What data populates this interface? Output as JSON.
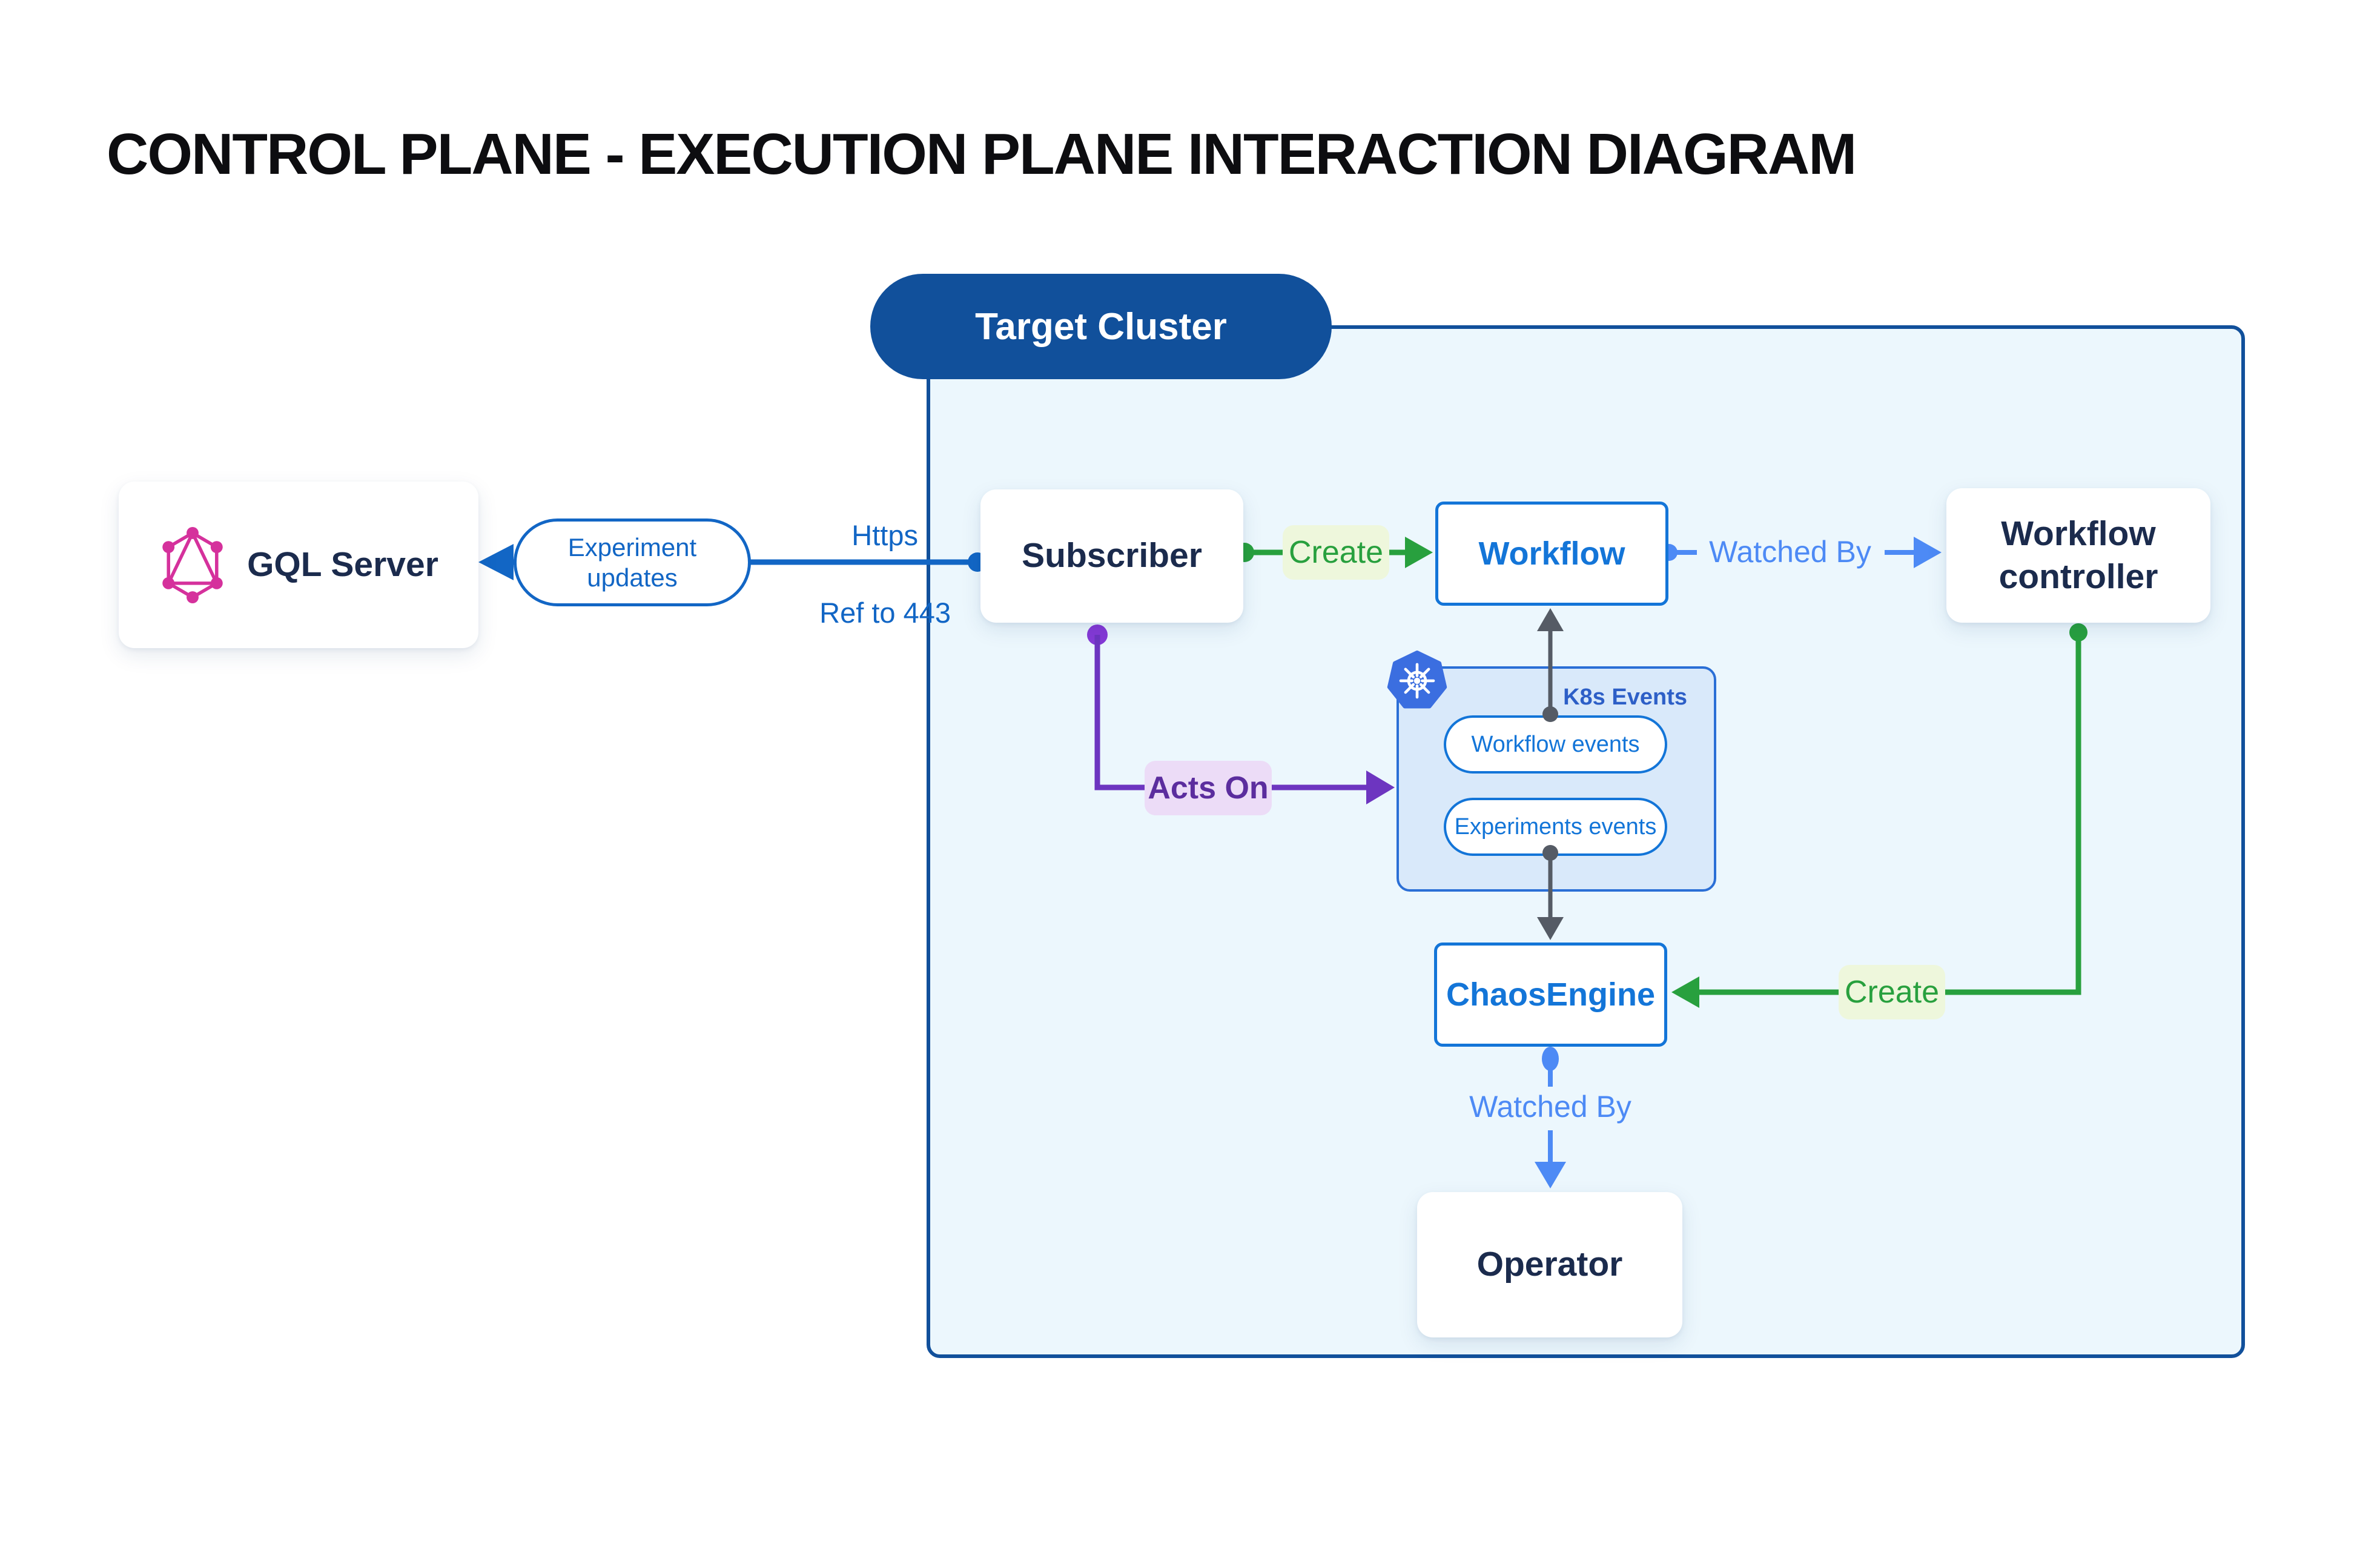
{
  "title": "CONTROL PLANE - EXECUTION PLANE INTERACTION DIAGRAM",
  "cluster": {
    "label": "Target Cluster"
  },
  "nodes": {
    "gql": {
      "label": "GQL Server",
      "icon": "graphql-logo"
    },
    "subscriber": {
      "label": "Subscriber"
    },
    "workflow": {
      "label": "Workflow"
    },
    "controller": {
      "label": "Workflow controller"
    },
    "k8s": {
      "label": "K8s Events",
      "icon": "kubernetes-logo",
      "pills": [
        {
          "label": "Workflow events"
        },
        {
          "label": "Experiments events"
        }
      ]
    },
    "chaos": {
      "label": "ChaosEngine"
    },
    "operator": {
      "label": "Operator"
    }
  },
  "edges": {
    "experiment_updates": {
      "label": "Experiment updates"
    },
    "https": {
      "label": "Https"
    },
    "ref443": {
      "label": "Ref to 443"
    },
    "create_workflow": {
      "label": "Create"
    },
    "watched_by_controller": {
      "label": "Watched By"
    },
    "acts_on": {
      "label": "Acts On"
    },
    "create_chaos": {
      "label": "Create"
    },
    "watched_by_operator": {
      "label": "Watched By"
    }
  },
  "colors": {
    "accent_blue": "#1266c5",
    "light_blue": "#4d8af5",
    "box_blue": "#1375d8",
    "cluster_blue": "#11509b",
    "cluster_bg": "#ecf7fd",
    "k8s_bg": "#d9e9fa",
    "k8s_logo_blue": "#3b6ee0",
    "green": "#28a03e",
    "green_bg": "#eef7dc",
    "purple_line": "#6d35c0",
    "purple_dot": "#8539d6",
    "purple_text": "#5b2d9e",
    "purple_bg": "#ecdcf7",
    "gray": "#555b65",
    "graphql_pink": "#d5319c",
    "navy": "#1b2b4d"
  }
}
